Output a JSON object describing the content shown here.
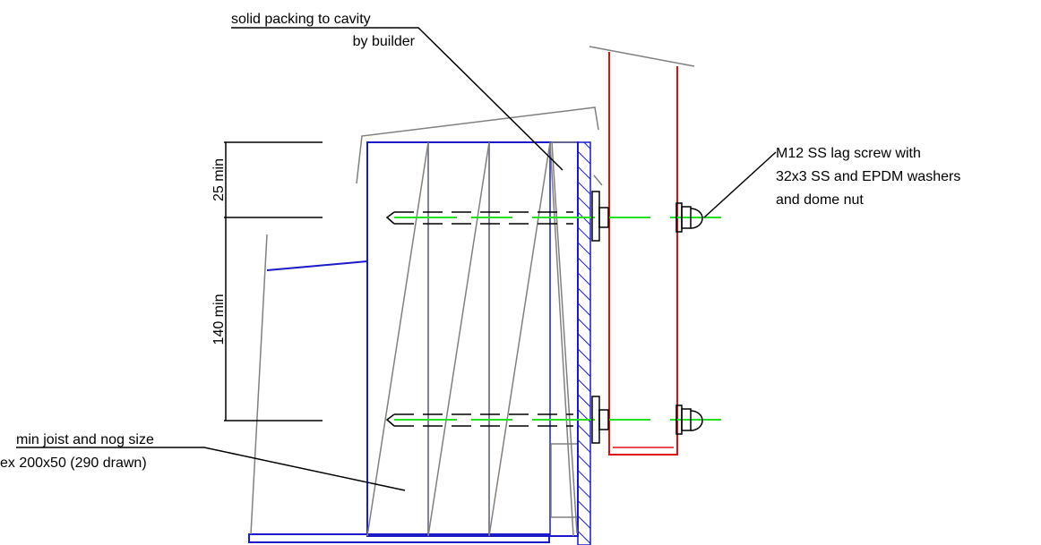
{
  "labels": {
    "packing_line1": "solid packing to cavity",
    "packing_line2": "by builder",
    "screw_line1": "M12 SS lag screw with",
    "screw_line2": "32x3 SS and EPDM washers",
    "screw_line3": "and dome nut",
    "joist_line1": "min joist and nog size",
    "joist_line2": "ex 200x50 (290 drawn)"
  },
  "dimensions": {
    "top": "25 min",
    "middle": "140 min"
  },
  "colors": {
    "timber": "#1a1ac8",
    "steel": "#e01010",
    "bolt_center": "#22e022",
    "gray": "#808080",
    "black": "#000000"
  }
}
